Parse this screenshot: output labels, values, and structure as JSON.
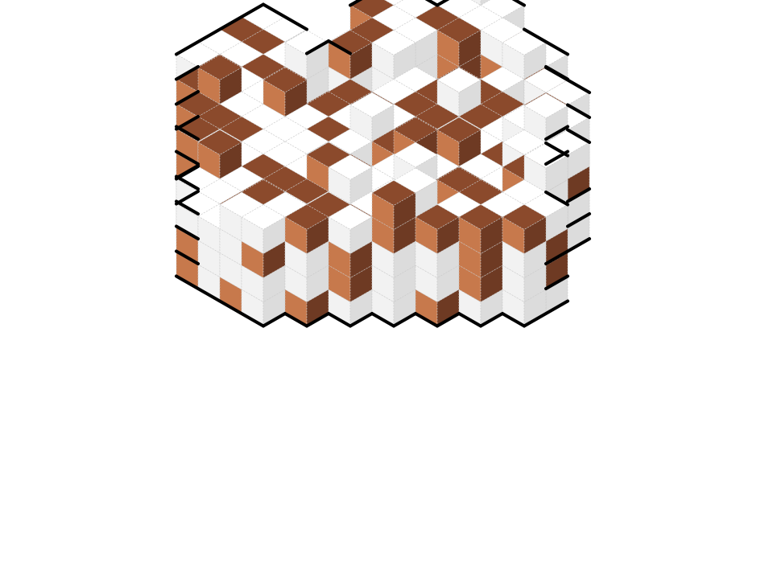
{
  "title": "",
  "palette": {
    "background": "#ffffff",
    "outline": "#000000",
    "grid_line": "#c9c9c9",
    "white_top": "#ffffff",
    "white_left": "#f2f2f2",
    "white_right": "#dcdcdc",
    "brown_top": "#8b4a2c",
    "brown_left": "#c7794c",
    "brown_right": "#6e3a23",
    "shadow": "#9e9e9e"
  },
  "materials": [
    "white",
    "brown"
  ],
  "mass": {
    "description_visible": false,
    "max_stack_height": 5
  }
}
